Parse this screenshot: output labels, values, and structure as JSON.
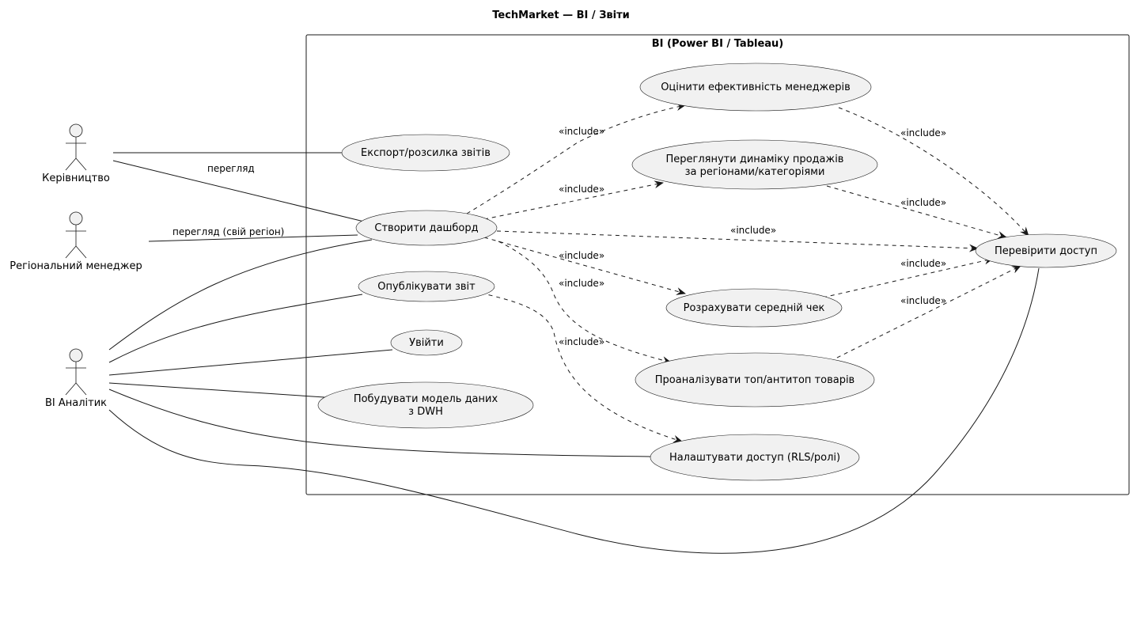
{
  "title": "TechMarket — BI / Звіти",
  "system": {
    "title": "BI (Power BI / Tableau)"
  },
  "actors": {
    "management": "Керівництво",
    "regional": "Регіональний менеджер",
    "analyst": "BI Аналітик"
  },
  "usecases": {
    "evaluate": [
      "Оцінити ефективність менеджерів"
    ],
    "export": [
      "Експорт/розсилка звітів"
    ],
    "dynamics": [
      "Переглянути динаміку продажів",
      "за регіонами/категоріями"
    ],
    "dashboard": [
      "Створити дашборд"
    ],
    "check": [
      "Перевірити доступ"
    ],
    "publish": [
      "Опублікувати звіт"
    ],
    "avgcheck": [
      "Розрахувати середній чек"
    ],
    "login": [
      "Увійти"
    ],
    "analyze": [
      "Проаналізувати топ/антитоп товарів"
    ],
    "model": [
      "Побудувати модель даних",
      "з DWH"
    ],
    "rls": [
      "Налаштувати доступ (RLS/ролі)"
    ]
  },
  "labels": {
    "view": "перегляд",
    "view_region": "перегляд (свій регіон)",
    "include": "«include»"
  }
}
